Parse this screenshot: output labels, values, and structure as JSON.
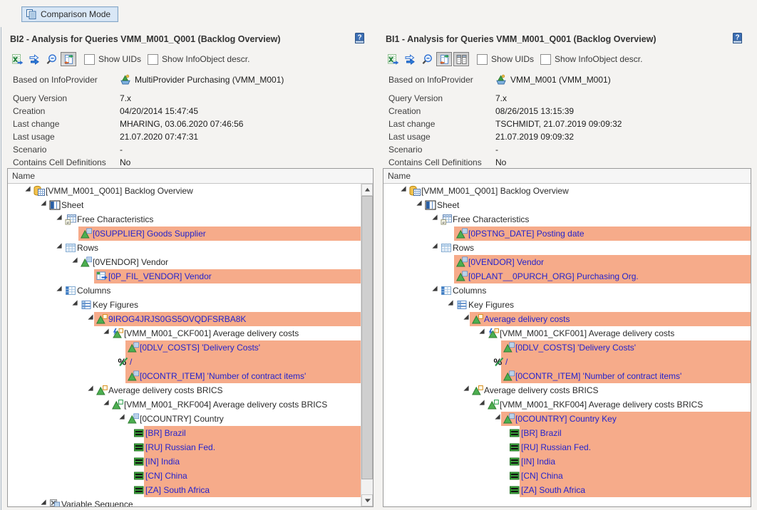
{
  "comparison_button": {
    "label": "Comparison Mode",
    "icon": "pages-icon"
  },
  "colors": {
    "highlight": "#F6AB8A",
    "link_blue": "#2424CC",
    "tree_green": "#3FA045"
  },
  "panels": [
    {
      "title": "BI2 - Analysis for Queries VMM_M001_Q001 (Backlog Overview)",
      "help_icon": "help-icon",
      "toolbar": {
        "buttons": [
          {
            "name": "export-excel-icon",
            "pressed": false
          },
          {
            "name": "swap-queries-icon",
            "pressed": false
          },
          {
            "name": "zoom-icon",
            "pressed": false
          },
          {
            "name": "compare-icon",
            "pressed": true
          }
        ],
        "checkboxes": [
          {
            "label": "Show UIDs",
            "checked": false
          },
          {
            "label": "Show InfoObject descr.",
            "checked": false
          }
        ]
      },
      "info_rows": [
        {
          "label": "Based on InfoProvider",
          "value": "MultiProvider Purchasing (VMM_M001)",
          "icon": "multiprovider-icon"
        },
        {
          "label": "Query Version",
          "value": "7.x"
        },
        {
          "label": "Creation",
          "value": "04/20/2014 15:47:45"
        },
        {
          "label": "Last change",
          "value": "MHARING, 03.06.2020 07:46:56"
        },
        {
          "label": "Last usage",
          "value": "21.07.2020 07:47:31"
        },
        {
          "label": "Scenario",
          "value": "-"
        },
        {
          "label": "Contains Cell Definitions",
          "value": "No"
        }
      ],
      "tree": {
        "header": "Name",
        "scrollbar": true,
        "rows": [
          {
            "depth": 0,
            "arrow": true,
            "icon": "query-icon",
            "text": "[VMM_M001_Q001] Backlog Overview",
            "hl": false
          },
          {
            "depth": 1,
            "arrow": true,
            "icon": "sheet-icon",
            "text": "Sheet",
            "hl": false
          },
          {
            "depth": 2,
            "arrow": true,
            "icon": "free-characteristics-icon",
            "text": "Free Characteristics",
            "hl": false
          },
          {
            "depth": 3,
            "arrow": false,
            "icon": "characteristic-icon",
            "text": "[0SUPPLIER] Goods Supplier",
            "hl": true
          },
          {
            "depth": 2,
            "arrow": true,
            "icon": "rows-icon",
            "text": "Rows",
            "hl": false
          },
          {
            "depth": 3,
            "arrow": true,
            "icon": "characteristic-icon",
            "text": "[0VENDOR] Vendor",
            "hl": false
          },
          {
            "depth": 4,
            "arrow": false,
            "icon": "variable-icon",
            "text": "[0P_FIL_VENDOR] Vendor",
            "hl": true
          },
          {
            "depth": 2,
            "arrow": true,
            "icon": "columns-icon",
            "text": "Columns",
            "hl": false
          },
          {
            "depth": 3,
            "arrow": true,
            "icon": "key-figures-icon",
            "text": "Key Figures",
            "hl": false
          },
          {
            "depth": 4,
            "arrow": true,
            "icon": "structure-member-icon",
            "text": "9IROG4JRJS0GS5OVQDFSRBA8K",
            "hl": true
          },
          {
            "depth": 5,
            "arrow": true,
            "icon": "calculated-kf-icon",
            "text": "[VMM_M001_CKF001] Average delivery costs",
            "hl": false
          },
          {
            "depth": 6,
            "arrow": false,
            "icon": "characteristic-icon",
            "text": "[0DLV_COSTS] 'Delivery Costs'",
            "hl": true
          },
          {
            "depth": 6,
            "arrow": false,
            "icon": "operator-icon",
            "text": "/",
            "hl": true,
            "iconpos": "arrow"
          },
          {
            "depth": 6,
            "arrow": false,
            "icon": "characteristic-icon",
            "text": "[0CONTR_ITEM] 'Number of contract items'",
            "hl": true
          },
          {
            "depth": 4,
            "arrow": true,
            "icon": "structure-member-icon",
            "text": "Average delivery costs BRICS",
            "hl": false
          },
          {
            "depth": 5,
            "arrow": true,
            "icon": "restricted-kf-icon",
            "text": "[VMM_M001_RKF004] Average delivery costs BRICS",
            "hl": false
          },
          {
            "depth": 6,
            "arrow": true,
            "icon": "characteristic-icon",
            "text": "[0COUNTRY] Country",
            "hl": false
          },
          {
            "depth": 7,
            "arrow": false,
            "icon": "value-icon",
            "text": "[BR] Brazil",
            "hl": true,
            "iconpos": "arrow",
            "hlfrom": "text"
          },
          {
            "depth": 7,
            "arrow": false,
            "icon": "value-icon",
            "text": "[RU] Russian Fed.",
            "hl": true,
            "iconpos": "arrow",
            "hlfrom": "text"
          },
          {
            "depth": 7,
            "arrow": false,
            "icon": "value-icon",
            "text": "[IN] India",
            "hl": true,
            "iconpos": "arrow",
            "hlfrom": "text"
          },
          {
            "depth": 7,
            "arrow": false,
            "icon": "value-icon",
            "text": "[CN] China",
            "hl": true,
            "iconpos": "arrow",
            "hlfrom": "text"
          },
          {
            "depth": 7,
            "arrow": false,
            "icon": "value-icon",
            "text": "[ZA] South Africa",
            "hl": true,
            "iconpos": "arrow",
            "hlfrom": "text"
          },
          {
            "depth": 1,
            "arrow": true,
            "icon": "variables-node-icon",
            "text": "Variable Sequence",
            "hl": false,
            "partial": true
          }
        ]
      }
    },
    {
      "title": "BI1 - Analysis for Queries VMM_M001_Q001 (Backlog Overview)",
      "help_icon": "help-icon",
      "toolbar": {
        "buttons": [
          {
            "name": "export-excel-icon",
            "pressed": false
          },
          {
            "name": "swap-queries-icon",
            "pressed": false
          },
          {
            "name": "zoom-icon",
            "pressed": false
          },
          {
            "name": "compare-icon",
            "pressed": true
          },
          {
            "name": "split-columns-icon",
            "pressed": true
          }
        ],
        "checkboxes": [
          {
            "label": "Show UIDs",
            "checked": false
          },
          {
            "label": "Show InfoObject descr.",
            "checked": false
          }
        ]
      },
      "info_rows": [
        {
          "label": "Based on InfoProvider",
          "value": "VMM_M001 (VMM_M001)",
          "icon": "multiprovider-icon"
        },
        {
          "label": "Query Version",
          "value": "7.x"
        },
        {
          "label": "Creation",
          "value": "08/26/2015 13:15:39"
        },
        {
          "label": "Last change",
          "value": "TSCHMIDT, 21.07.2019 09:09:32"
        },
        {
          "label": "Last usage",
          "value": "21.07.2019 09:09:32"
        },
        {
          "label": "Scenario",
          "value": "-"
        },
        {
          "label": "Contains Cell Definitions",
          "value": "No"
        }
      ],
      "tree": {
        "header": "Name",
        "scrollbar": false,
        "rows": [
          {
            "depth": 0,
            "arrow": true,
            "icon": "query-icon",
            "text": "[VMM_M001_Q001] Backlog Overview",
            "hl": false
          },
          {
            "depth": 1,
            "arrow": true,
            "icon": "sheet-icon",
            "text": "Sheet",
            "hl": false
          },
          {
            "depth": 2,
            "arrow": true,
            "icon": "free-characteristics-icon",
            "text": "Free Characteristics",
            "hl": false
          },
          {
            "depth": 3,
            "arrow": false,
            "icon": "characteristic-icon",
            "text": "[0PSTNG_DATE] Posting date",
            "hl": true
          },
          {
            "depth": 2,
            "arrow": true,
            "icon": "rows-icon",
            "text": "Rows",
            "hl": false
          },
          {
            "depth": 3,
            "arrow": false,
            "icon": "characteristic-icon",
            "text": "[0VENDOR] Vendor",
            "hl": true
          },
          {
            "depth": 3,
            "arrow": false,
            "icon": "characteristic-icon",
            "text": "[0PLANT__0PURCH_ORG] Purchasing Org.",
            "hl": true
          },
          {
            "depth": 2,
            "arrow": true,
            "icon": "columns-icon",
            "text": "Columns",
            "hl": false
          },
          {
            "depth": 3,
            "arrow": true,
            "icon": "key-figures-icon",
            "text": "Key Figures",
            "hl": false
          },
          {
            "depth": 4,
            "arrow": true,
            "icon": "structure-member-icon",
            "text": "Average delivery costs",
            "hl": true
          },
          {
            "depth": 5,
            "arrow": true,
            "icon": "calculated-kf-icon",
            "text": "[VMM_M001_CKF001] Average delivery costs",
            "hl": false
          },
          {
            "depth": 6,
            "arrow": false,
            "icon": "characteristic-icon",
            "text": "[0DLV_COSTS] 'Delivery Costs'",
            "hl": true
          },
          {
            "depth": 6,
            "arrow": false,
            "icon": "operator-icon",
            "text": "/",
            "hl": true,
            "iconpos": "arrow"
          },
          {
            "depth": 6,
            "arrow": false,
            "icon": "characteristic-icon",
            "text": "[0CONTR_ITEM] 'Number of contract items'",
            "hl": true
          },
          {
            "depth": 4,
            "arrow": true,
            "icon": "structure-member-icon",
            "text": "Average delivery costs BRICS",
            "hl": false
          },
          {
            "depth": 5,
            "arrow": true,
            "icon": "restricted-kf-icon",
            "text": "[VMM_M001_RKF004] Average delivery costs BRICS",
            "hl": false
          },
          {
            "depth": 6,
            "arrow": true,
            "icon": "characteristic-icon",
            "text": "[0COUNTRY] Country Key",
            "hl": true
          },
          {
            "depth": 7,
            "arrow": false,
            "icon": "value-icon",
            "text": "[BR] Brazil",
            "hl": true,
            "iconpos": "arrow",
            "hlfrom": "text"
          },
          {
            "depth": 7,
            "arrow": false,
            "icon": "value-icon",
            "text": "[RU] Russian Fed.",
            "hl": true,
            "iconpos": "arrow",
            "hlfrom": "text"
          },
          {
            "depth": 7,
            "arrow": false,
            "icon": "value-icon",
            "text": "[IN] India",
            "hl": true,
            "iconpos": "arrow",
            "hlfrom": "text"
          },
          {
            "depth": 7,
            "arrow": false,
            "icon": "value-icon",
            "text": "[CN] China",
            "hl": true,
            "iconpos": "arrow",
            "hlfrom": "text"
          },
          {
            "depth": 7,
            "arrow": false,
            "icon": "value-icon",
            "text": "[ZA] South Africa",
            "hl": true,
            "iconpos": "arrow",
            "hlfrom": "text"
          }
        ]
      }
    }
  ]
}
